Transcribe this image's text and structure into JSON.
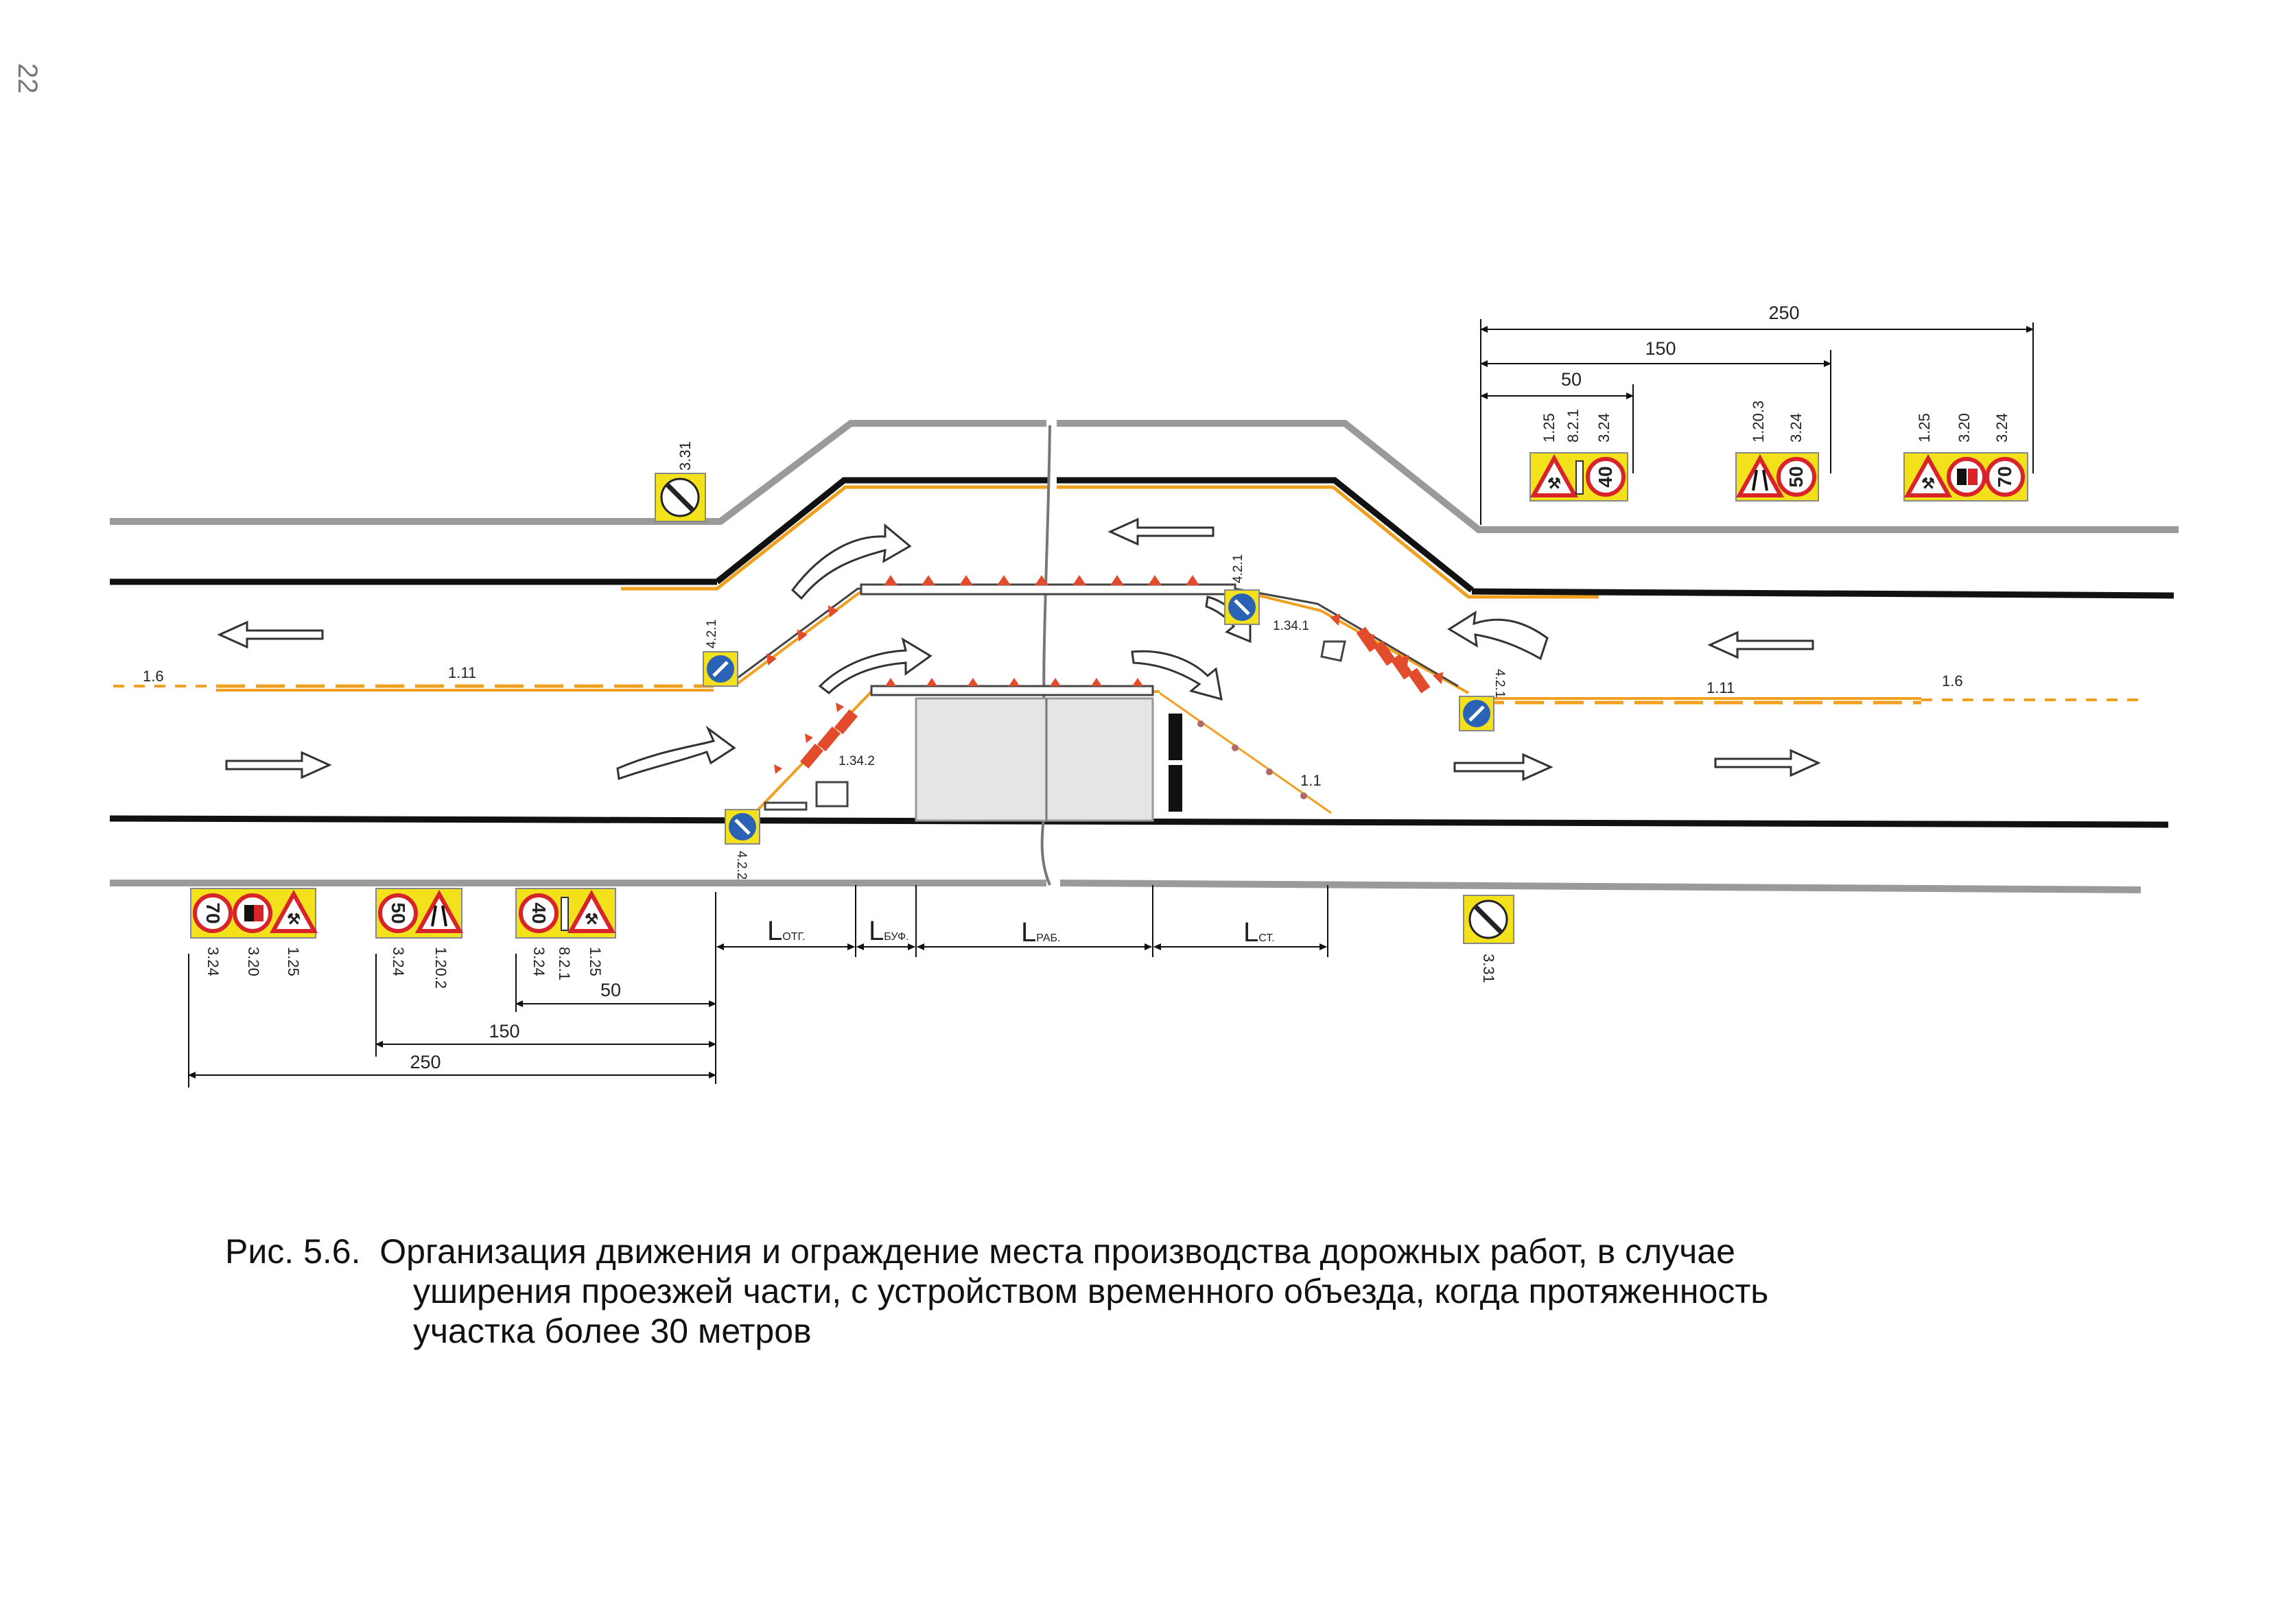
{
  "page_number": "22",
  "caption": {
    "prefix": "Рис. 5.6.",
    "line1": "Организация движения и ограждение места производства дорожных работ, в случае",
    "line2": "уширения проезжей части, с устройством временного объезда, когда протяженность",
    "line3": "участка более 30 метров"
  },
  "dimensions": {
    "top": [
      "250",
      "150",
      "50"
    ],
    "bottom": [
      "50",
      "150",
      "250"
    ]
  },
  "zones": [
    {
      "main": "L",
      "sub": "ОТГ."
    },
    {
      "main": "L",
      "sub": "БУФ."
    },
    {
      "main": "L",
      "sub": "РАБ."
    },
    {
      "main": "L",
      "sub": "СТ."
    }
  ],
  "markings": {
    "left_16": "1.6",
    "left_111": "1.11",
    "right_111": "1.11",
    "right_16": "1.6",
    "edge_11": "1.1",
    "fence_top": "1.34.1",
    "fence_bottom": "1.34.2"
  },
  "sign_codes": {
    "top_left_end": "3.31",
    "bottom_right_end": "3.31",
    "keep_left_a": "4.2.1",
    "keep_left_b": "4.2.1",
    "keep_left_c": "4.2.1",
    "keep_right": "4.2.2",
    "top_group1": [
      "1.25",
      "8.2.1",
      "3.24"
    ],
    "top_group2": [
      "1.20.3",
      "3.24"
    ],
    "top_group3": [
      "1.25",
      "3.20",
      "3.24"
    ],
    "bottom_group1": [
      "3.24",
      "3.20",
      "1.25"
    ],
    "bottom_group2": [
      "3.24",
      "1.20.2"
    ],
    "bottom_group3": [
      "3.24",
      "8.2.1",
      "1.25"
    ]
  },
  "sign_values": {
    "speed_40": "40",
    "speed_50": "50",
    "speed_70": "70"
  },
  "colors": {
    "road_edge": "#111111",
    "verge": "#9a9a9a",
    "temp_marking": "#f0a020",
    "sign_plate": "#f3e11c",
    "sign_red": "#d8232a",
    "sign_blue": "#2a63b5",
    "work_zone": "#e5e5e5",
    "fence_red": "#e24b2b"
  }
}
